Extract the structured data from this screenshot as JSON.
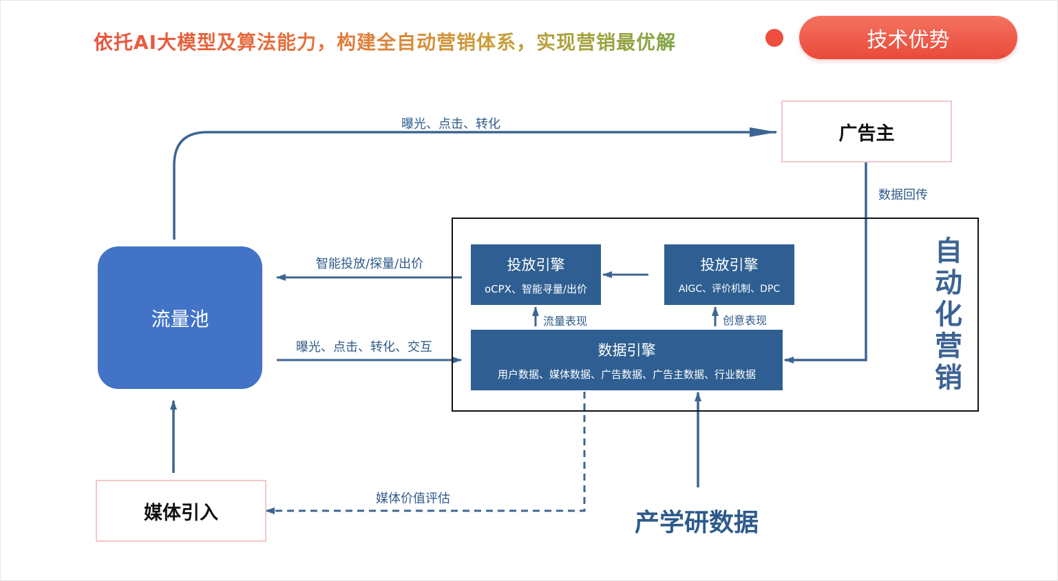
{
  "header": {
    "headline": "依托AI大模型及算法能力，构建全自动营销体系，实现营销最优解",
    "tag": "技术优势"
  },
  "nodes": {
    "advertiser": "广告主",
    "traffic_pool": "流量池",
    "media_intro": "媒体引入",
    "automation": "自动化营销",
    "academic_data": "产学研数据"
  },
  "engines": {
    "delivery_left": {
      "title": "投放引擎",
      "sub": "oCPX、智能寻量/出价"
    },
    "delivery_right": {
      "title": "投放引擎",
      "sub": "AIGC、评价机制、DPC"
    },
    "data": {
      "title": "数据引擎",
      "sub": "用户数据、媒体数据、广告数据、广告主数据、行业数据"
    }
  },
  "edges": {
    "pool_to_advertiser": "曝光、点击、转化",
    "data_return": "数据回传",
    "engine_to_pool": "智能投放/探量/出价",
    "pool_to_data": "曝光、点击、转化、交互",
    "flow_performance": "流量表现",
    "creative_performance": "创意表现",
    "media_value": "媒体价值评估"
  },
  "colors": {
    "accent_red": "#ea4a3a",
    "pool_blue": "#4273c7",
    "engine_blue": "#2f5f92",
    "line_blue": "#3d6591",
    "box_pink": "#f4c6c8"
  }
}
